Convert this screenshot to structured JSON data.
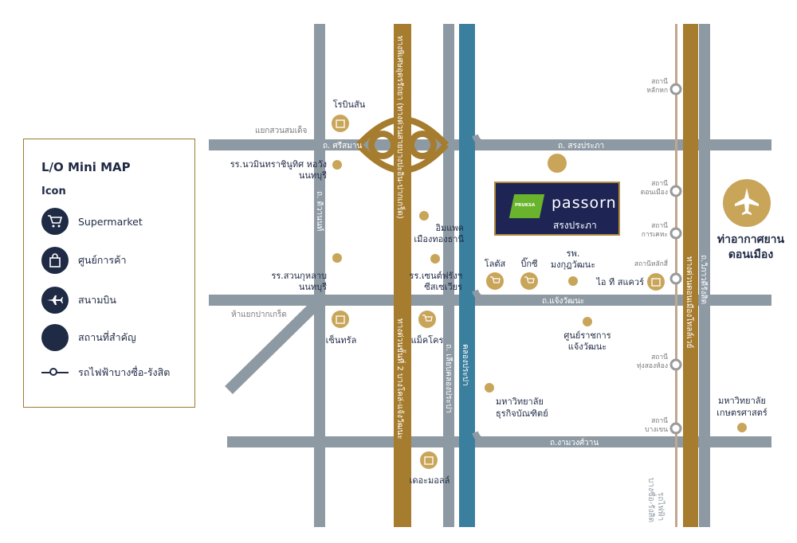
{
  "legend": {
    "title": "L/O Mini MAP",
    "subtitle": "Icon",
    "items": [
      {
        "icon": "shopping-cart-icon",
        "label": "Supermarket"
      },
      {
        "icon": "shopping-bag-icon",
        "label": "ศูนย์การค้า"
      },
      {
        "icon": "airplane-icon",
        "label": "สนามบิน"
      },
      {
        "icon": "landmark-dot-icon",
        "label": "สถานที่สำคัญ"
      },
      {
        "icon": "rail-line-icon",
        "label": "รถไฟฟ้าบางซื่อ-รังสิต"
      }
    ]
  },
  "project": {
    "logo_text": "PRUKSA",
    "name": "passorn",
    "subname": "สรงประภา"
  },
  "airport": {
    "line1": "ท่าอากาศยาน",
    "line2": "ดอนเมือง"
  },
  "roads": {
    "sriSaman": "ถ. ศรีสมาน",
    "songPrapa": "ถ. สรงประภา",
    "tiwanon": "ถ. ติวานนท์",
    "chaengwattana": "ถ.แจ้งวัฒนะ",
    "ngamwongwan": "ถ.งามวงศ์วาน",
    "vibhavadi": "ถ.วิภาวดีรังสิต",
    "expressway1": "ทางพิเศษอุดรรัถยา (ทางด่วนสายบางปะอิน-ปากเกร็ด)",
    "expressway2": "ทางด่วนขั้นที่ 2 บางโคล่-แจ้งวัฒนะ",
    "donmuangTollway": "ทางด่วนดอนเมืองโทลล์เวย์",
    "leabKhlong": "ถ. เลียบคลองประปา",
    "canal": "คลองประปา",
    "railLabel1": "รถไฟฟ้า",
    "railLabel2": "บางซื่อ-รังสิต"
  },
  "junctions": {
    "sanamChai": "แยกสวนสมเด็จ",
    "pakKret": "ห้าแยกปากเกร็ด"
  },
  "stations": [
    {
      "line1": "สถานี",
      "line2": "หลักหก"
    },
    {
      "line1": "สถานี",
      "line2": "ดอนเมือง"
    },
    {
      "line1": "สถานี",
      "line2": "การเคหะ"
    },
    {
      "line1": "",
      "line2": "สถานีหลักสี่"
    },
    {
      "line1": "สถานี",
      "line2": "ทุ่งสองห้อง"
    },
    {
      "line1": "สถานี",
      "line2": "บางเขน"
    }
  ],
  "places": {
    "robinson": "โรบินสัน",
    "nawamin": [
      "รร.นวมินทราชินูทิศ หอวัง",
      "นนทบุรี"
    ],
    "imperial": [
      "อิมแพค",
      "เมืองทองธานี"
    ],
    "suanKularb": [
      "รร.สวนกุหลาบ",
      "นนทบุรี"
    ],
    "stFrancis": [
      "รร.เซนต์ฟรังฯ",
      "ซีสเซเวียร"
    ],
    "lotus": "โลตัส",
    "bigc": "บิ๊กซี",
    "hospital": [
      "รพ.",
      "มงกุฎวัฒนะ"
    ],
    "itsquare": "ไอ ที สแควร์",
    "central": "เซ็นทรัล",
    "makro": "แม็คโคร",
    "govCenter": [
      "ศูนย์ราชการ",
      "แจ้งวัฒนะ"
    ],
    "dpu": [
      "มหาวิทยาลัย",
      "ธุรกิจบัณฑิตย์"
    ],
    "kasetsart": [
      "มหาวิทยาลัย",
      "เกษตรศาสตร์"
    ],
    "themall": "เดอะมอลล์"
  },
  "colors": {
    "road": "#8e9aa3",
    "expressway": "#a67c2e",
    "canal": "#3b7f9f",
    "rail": "#c0a78f",
    "navy": "#1f2a44",
    "marker": "#c9a55a"
  }
}
